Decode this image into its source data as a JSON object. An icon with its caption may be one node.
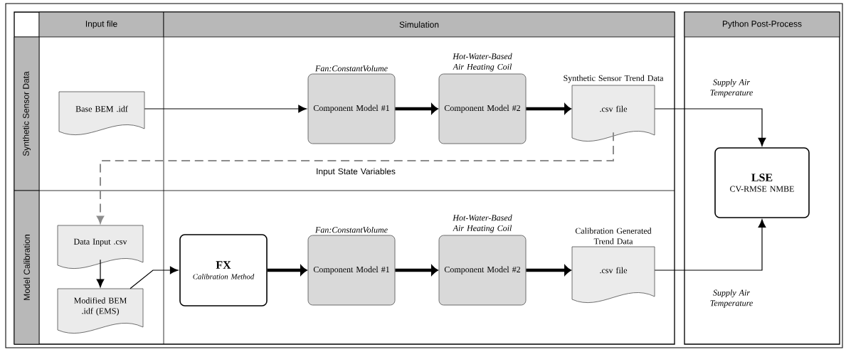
{
  "diagram": {
    "nodes": [
      {
        "text": [
          "Input file"
        ]
      },
      {
        "text": [
          "Simulation"
        ]
      },
      {
        "text": [
          "Python Post-Process"
        ]
      },
      {
        "text": [
          "Synthetic Sensor Data"
        ]
      },
      {
        "text": [
          "Model Calibration"
        ]
      },
      {
        "text": [
          "Base BEM .idf"
        ]
      },
      {
        "text": [
          "Component Model #1"
        ],
        "beside": [
          "Fan:ConstantVolume"
        ]
      },
      {
        "text": [
          "Component Model #2"
        ],
        "beside": [
          "Hot-Water-Based Air Heating Coil"
        ]
      },
      {
        "text": [
          ".csv file"
        ],
        "beside": [
          "Synthetic Sensor Trend Data"
        ]
      },
      {
        "text": [
          "LSE",
          "CV-RMSE NMBE"
        ]
      },
      {
        "text": [
          "Data Input .csv"
        ]
      },
      {
        "text": [
          "Modified BEM .idf (EMS)"
        ]
      },
      {
        "text": [
          "FX",
          "Calibration Method"
        ]
      },
      {
        "text": [
          "Component Model #1"
        ],
        "beside": [
          "Fan:ConstantVolume"
        ]
      },
      {
        "text": [
          "Component Model #2"
        ],
        "beside": [
          "Hot-Water-Based Air Heating Coil"
        ]
      },
      {
        "text": [
          ".csv file"
        ],
        "beside": [
          "Calibration Generated Trend Data"
        ]
      }
    ],
    "edges": [
      {
        "from": 5,
        "to": 6,
        "arrow": "to"
      },
      {
        "from": 6,
        "to": 7,
        "arrow": "to",
        "style": "thick"
      },
      {
        "from": 7,
        "to": 8,
        "arrow": "to",
        "style": "thick"
      },
      {
        "from": 8,
        "to": 9,
        "arrow": "to",
        "label": "Supply Air Temperature"
      },
      {
        "from": 8,
        "to": 10,
        "arrow": "to",
        "label": "Input State Variables",
        "style": "dashed",
        "color": "#8c8c8c"
      },
      {
        "from": 10,
        "to": 11,
        "arrow": "to"
      },
      {
        "from": 11,
        "to": 12,
        "arrow": "to"
      },
      {
        "from": 12,
        "to": 13,
        "arrow": "to",
        "style": "thick"
      },
      {
        "from": 13,
        "to": 14,
        "arrow": "to",
        "style": "thick"
      },
      {
        "from": 14,
        "to": 15,
        "arrow": "to",
        "style": "thick"
      },
      {
        "from": 15,
        "to": 9,
        "arrow": "to",
        "label": "Supply Air Temperature"
      }
    ]
  }
}
